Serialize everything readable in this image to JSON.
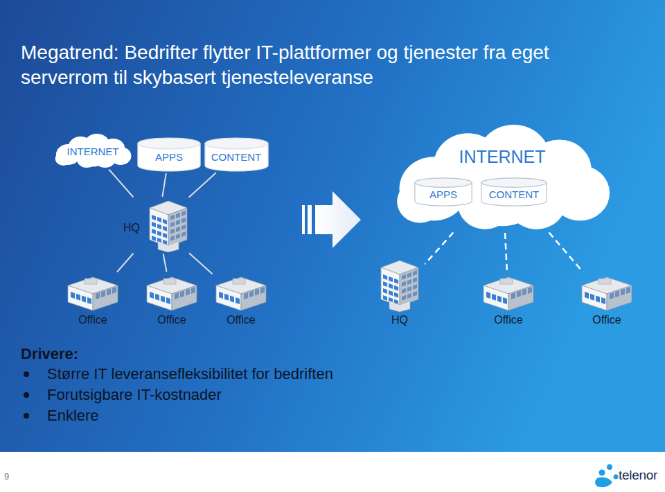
{
  "diagram": {
    "title": "Megatrend: Bedrifter flytter IT-plattformer og tjenester fra eget serverrom til skybasert tjenesteleveranse",
    "nodes": [
      {
        "text": [
          "INTERNET"
        ]
      },
      {
        "text": [
          "APPS"
        ]
      },
      {
        "text": [
          "CONTENT"
        ]
      },
      {
        "text": [
          "INTERNET"
        ]
      },
      {
        "text": [
          "APPS"
        ],
        "in": 3
      },
      {
        "text": [
          "CONTENT"
        ],
        "in": 3
      },
      {
        "text": [
          "HQ"
        ]
      },
      {
        "text": [
          "Office"
        ]
      },
      {
        "text": [
          "Office"
        ]
      },
      {
        "text": [
          "Office"
        ]
      },
      {
        "text": [
          "HQ"
        ]
      },
      {
        "text": [
          "Office"
        ]
      },
      {
        "text": [
          "Office"
        ]
      }
    ],
    "edges": [
      {
        "from": 6,
        "to": 0,
        "arrow": "none"
      },
      {
        "from": 6,
        "to": 1,
        "arrow": "none"
      },
      {
        "from": 6,
        "to": 2,
        "arrow": "none"
      },
      {
        "from": 6,
        "to": 7,
        "arrow": "none"
      },
      {
        "from": 6,
        "to": 8,
        "arrow": "none"
      },
      {
        "from": 6,
        "to": 9,
        "arrow": "none"
      },
      {
        "from": 3,
        "to": 10,
        "arrow": "none"
      },
      {
        "from": 3,
        "to": 11,
        "arrow": "none"
      },
      {
        "from": 3,
        "to": 12,
        "arrow": "none"
      }
    ],
    "labels": [
      "Drivere:",
      "Større IT leveransefleksibilitet for bedriften",
      "Forutsigbare IT-kostnader",
      "Enklere",
      "9",
      "telenor"
    ]
  }
}
